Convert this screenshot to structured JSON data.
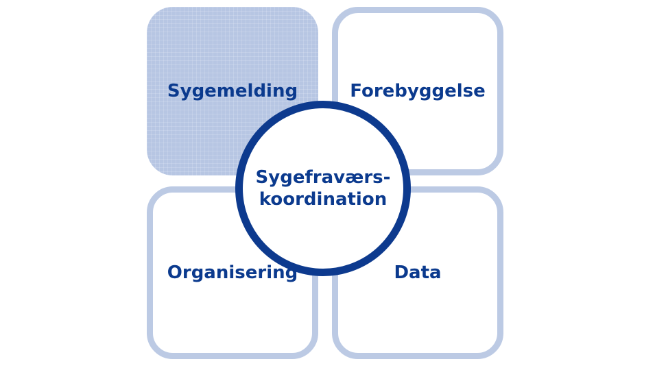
{
  "diagram": {
    "type": "quadrant-cycle",
    "center": {
      "line1": "Sygefraværs-",
      "line2": "koordination"
    },
    "boxes": [
      {
        "label": "Sygemelding",
        "variant": "filled"
      },
      {
        "label": "Forebyggelse",
        "variant": "outlined"
      },
      {
        "label": "Organisering",
        "variant": "outlined"
      },
      {
        "label": "Data",
        "variant": "outlined"
      }
    ],
    "colors": {
      "navy_ring": "#0d3a8e",
      "text_navy": "#0b3a8e",
      "box_fill_light_blue": "#b7c6e3",
      "box_border_light_blue": "#bccae4",
      "background": "#ffffff"
    }
  }
}
